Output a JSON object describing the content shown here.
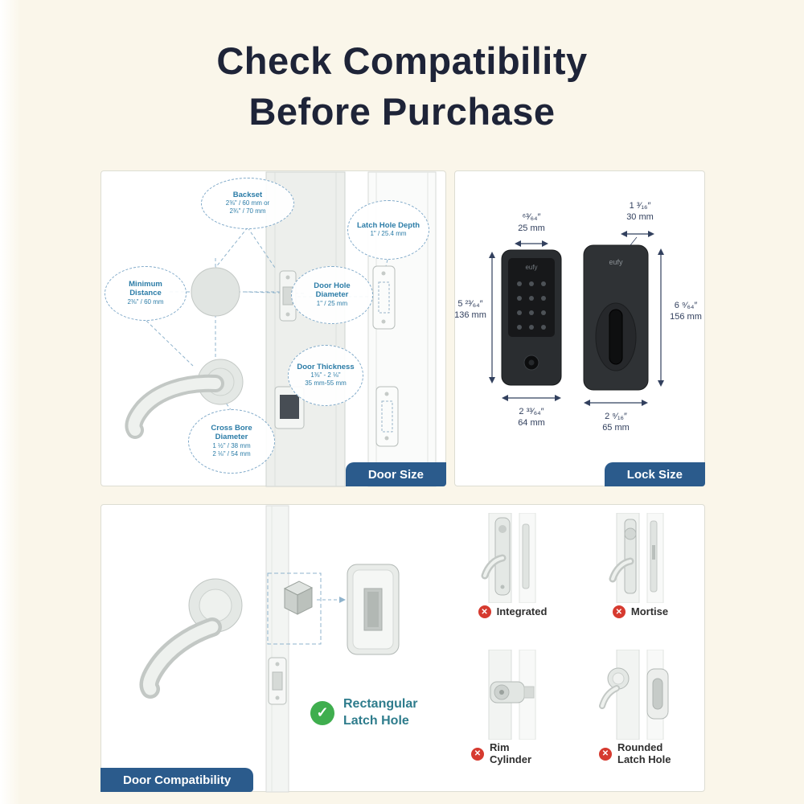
{
  "title": {
    "line1": "Check Compatibility",
    "line2": "Before Purchase"
  },
  "icons": {
    "check": "✓",
    "cross": "✕"
  },
  "door_size": {
    "tag": "Door Size",
    "callouts": {
      "backset": {
        "name": "Backset",
        "v1": "2⅜\" / 60 mm or",
        "v2": "2¾\" / 70 mm"
      },
      "latch_hole_depth": {
        "name": "Latch Hole Depth",
        "v1": "1\" / 25.4 mm",
        "v2": ""
      },
      "minimum_distance": {
        "name": "Minimum Distance",
        "v1": "2⅜\" / 60 mm",
        "v2": ""
      },
      "door_hole_diameter": {
        "name": "Door Hole Diameter",
        "v1": "1\" / 25 mm",
        "v2": ""
      },
      "door_thickness": {
        "name": "Door Thickness",
        "v1": "1⅜\" - 2 ⅛\"",
        "v2": "35 mm-55 mm"
      },
      "cross_bore_diameter": {
        "name": "Cross Bore Diameter",
        "v1": "1 ½\" / 38 mm",
        "v2": "2 ⅛\" / 54 mm"
      }
    }
  },
  "lock_size": {
    "tag": "Lock Size",
    "brand": "eufy",
    "dimensions": {
      "front_depth": {
        "inch": "⁶³⁄₆₄″",
        "mm": "25 mm"
      },
      "rear_depth": {
        "inch": "1 ³⁄₁₆″",
        "mm": "30 mm"
      },
      "front_height": {
        "inch": "5 ²³⁄₆₄″",
        "mm": "136 mm"
      },
      "rear_height": {
        "inch": "6 ⁹⁄₆₄″",
        "mm": "156 mm"
      },
      "front_width": {
        "inch": "2 ³³⁄₆₄″",
        "mm": "64 mm"
      },
      "rear_width": {
        "inch": "2 ⁹⁄₁₆″",
        "mm": "65 mm"
      }
    }
  },
  "door_compatibility": {
    "tag": "Door Compatibility",
    "supported_line1": "Rectangular",
    "supported_line2": "Latch Hole",
    "unsupported": [
      {
        "label": "Integrated"
      },
      {
        "label": "Mortise"
      },
      {
        "label": "Rim Cylinder"
      },
      {
        "label": "Rounded Latch Hole"
      }
    ]
  },
  "colors": {
    "accent_blue": "#2b5b8c",
    "callout_teal": "#2b7ca7",
    "supported_teal": "#2e7c8c",
    "check_green": "#3fae4e",
    "cross_red": "#d63a2f"
  }
}
